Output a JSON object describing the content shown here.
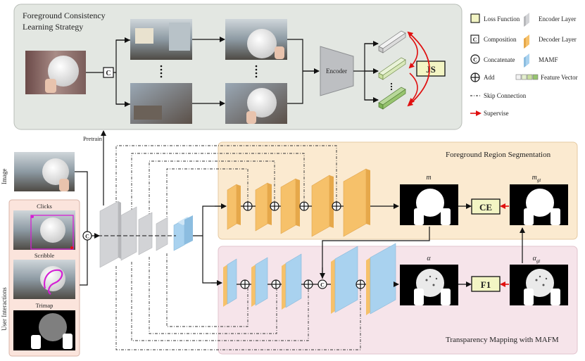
{
  "foreground_block": {
    "title_line1": "Foreground Consistency",
    "title_line2": "Learning Strategy",
    "encoder_label": "Encoder",
    "js_label": "JS",
    "composition_symbol": "C"
  },
  "pretrain_label": "Pretrain",
  "legend": {
    "loss_function": "Loss Function",
    "composition": "Composition",
    "concatenate": "Concatenate",
    "add": "Add",
    "skip_connection": "Skip Connection",
    "supervise": "Supervise",
    "encoder_layer": "Encoder Layer",
    "decoder_layer": "Decoder Layer",
    "mamf": "MAMF",
    "feature_vector": "Feature Vector"
  },
  "left_inputs": {
    "image_label": "Image",
    "user_interactions_label": "User Interactions",
    "clicks_label": "Clicks",
    "scribble_label": "Scribble",
    "trimap_label": "Trimap"
  },
  "segmentation_block": {
    "title": "Foreground Region Segmentation",
    "pred_label": "m",
    "gt_label": "m",
    "gt_subscript": "gt",
    "loss_label": "CE"
  },
  "matting_block": {
    "title": "Transparency Mapping with MAFM",
    "pred_label": "α",
    "gt_label": "α",
    "gt_subscript": "gt",
    "loss_label": "F1"
  },
  "colors": {
    "loss_box": "#f3f5c4",
    "encoder_layer": "#d2d3d6",
    "decoder_layer": "#f6c16a",
    "mamf": "#a9d2ef",
    "feature_vector": "#c9df9f",
    "supervise_arrow": "#e01010",
    "top_panel": "#e3e7e2",
    "seg_panel": "#fbead0",
    "mat_panel": "#f6e4ea"
  }
}
